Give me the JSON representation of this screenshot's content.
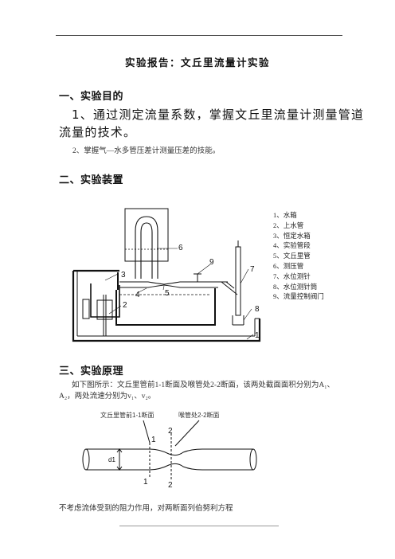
{
  "report": {
    "title": "实验报告：文丘里流量计实验",
    "sections": {
      "purpose_heading": "一、实验目的",
      "purpose_item1_line1": "1、通过测定流量系数，掌握文丘里流量计测量管道",
      "purpose_item1_line2": "流量的技术。",
      "purpose_item2": "2、掌握气—水多管压差计测量压差的技能。",
      "apparatus_heading": "二、实验装置",
      "principle_heading": "三、实验原理",
      "principle_para_line1": "如下图所示：文丘里管前1-1断面及喉管处2-2断面，该两处截面面积分别为A₁、",
      "principle_para_line2": "A₂，两处流速分别为v₁、v₂。",
      "bernoulli_intro": "不考虑流体受到的阻力作用，对两断面列伯努利方程"
    },
    "apparatus_legend": [
      "1、水箱",
      "2、上水管",
      "3、恒定水箱",
      "4、实验管段",
      "5、文丘里管",
      "6、测压管",
      "7、水位测针",
      "8、水位测针筒",
      "9、流量控制阀门"
    ],
    "apparatus_numbers": [
      "1",
      "2",
      "3",
      "4",
      "5",
      "6",
      "7",
      "8",
      "9"
    ],
    "pipe_diagram": {
      "label_section1": "文丘里管前1-1断面",
      "label_section2": "喉管处2-2断面",
      "mark_1": "1",
      "mark_2": "2",
      "diameter_label": "d1"
    }
  }
}
